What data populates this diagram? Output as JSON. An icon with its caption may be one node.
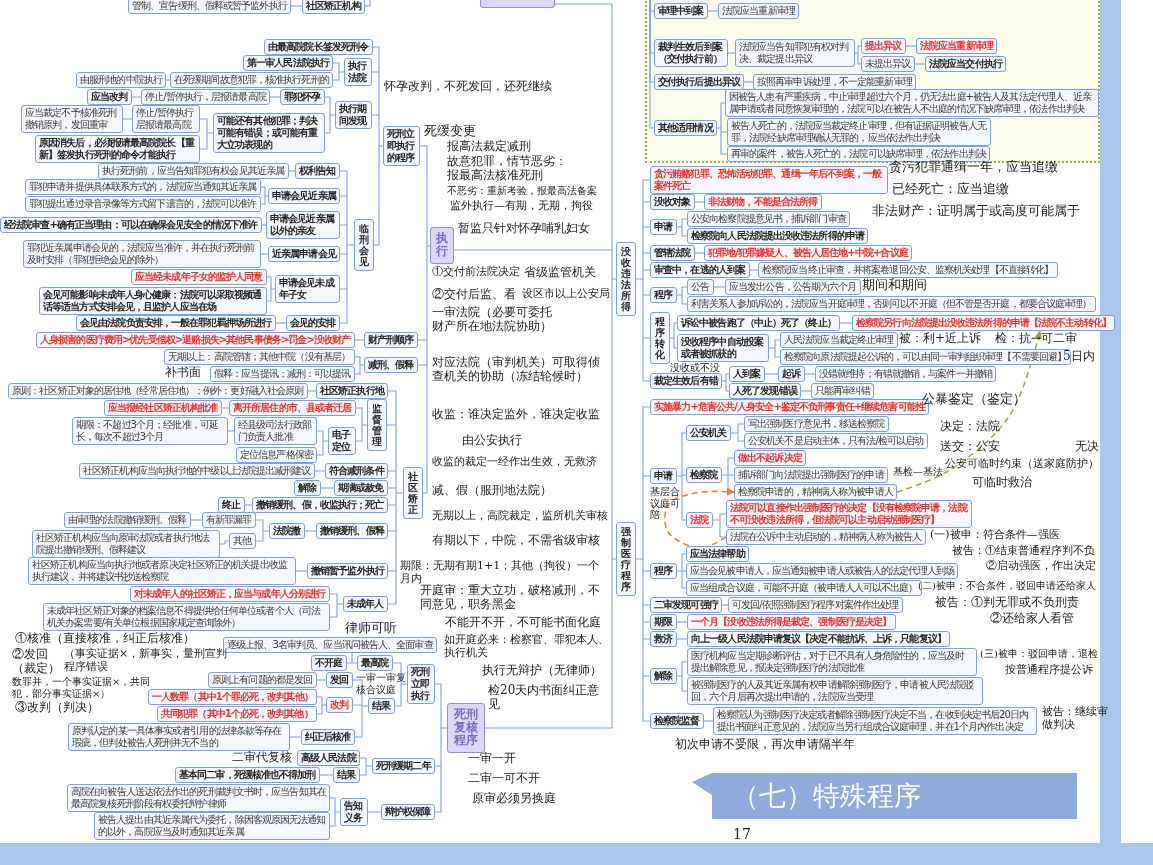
{
  "diagram": {
    "title": "（七）特殊程序",
    "nodes": [
      {
        "text": [],
        "shape": "box"
      },
      {
        "text": [
          "执行"
        ]
      },
      {
        "text": [
          "死刑立即执行的程序"
        ]
      },
      {
        "text": [
          "由最高院院长签发死刑令"
        ]
      },
      {
        "text": [
          "执行法院"
        ]
      },
      {
        "text": [
          "第一审人民法院执行"
        ]
      },
      {
        "text": [
          "在死缓期间故意犯罪，核准执行死刑的"
        ]
      },
      {
        "text": [
          "由服刑地的中院执行"
        ]
      },
      {
        "text": [
          "执行期间发现"
        ]
      },
      {
        "text": [
          "罪犯怀孕"
        ]
      },
      {
        "text": [
          "停止/暂停执行，层报请最高院"
        ]
      },
      {
        "text": [
          "应当改判"
        ]
      },
      {
        "text": [
          "可能还有其他犯罪；判决可能有错误；或可能有重大立功表现的"
        ]
      },
      {
        "text": [
          "停止/暂停执行层报请最高院"
        ]
      },
      {
        "text": [
          "应当裁定不予核准死刑撤销原判，发回重审"
        ]
      },
      {
        "text": [
          "原因消失后，必须报请最高院院长【重新】签发执行死刑的命令才能执行"
        ]
      },
      {
        "text": [
          "临刑会见"
        ]
      },
      {
        "text": [
          "权利告知"
        ]
      },
      {
        "text": [
          "执行死刑前，应当告知罪犯有权会见其近亲属"
        ]
      },
      {
        "text": [
          "申请会见近亲属"
        ]
      },
      {
        "text": [
          "罪犯申请并提供具体联系方式的，法院应当通知其近亲属"
        ]
      },
      {
        "text": [
          "罪犯提出通过录音录像等方式留下遗言的，法院可以准许"
        ]
      },
      {
        "text": [
          "申请会见近亲属以外的亲友"
        ]
      },
      {
        "text": [
          "经法院审查+确有正当理由：可以在确保会见安全的情况下准许"
        ]
      },
      {
        "text": [
          "近亲属申请会见"
        ]
      },
      {
        "text": [
          "罪犯近亲属申请会见的，法院应当准许，并在执行死刑前及时安排（罪犯拒绝会见的除外）"
        ]
      },
      {
        "text": [
          "申请会见未成年子女"
        ]
      },
      {
        "text": [
          "应当经未成年子女的监护人同意"
        ]
      },
      {
        "text": [
          "会见可能影响未成年人身心健康：法院可以采取视频通话等适当方式安排会见，且监护人应当在场"
        ]
      },
      {
        "text": [
          "会见的安排"
        ]
      },
      {
        "text": [
          "会见由法院负责安排，一般在罪犯羁押场所进行"
        ]
      },
      {
        "text": [
          "财产刑顺序"
        ]
      },
      {
        "text": [
          "人身损害的医疗费用>优先受偿权>退赔损失>其他民事债务>罚金>没收财产"
        ]
      },
      {
        "text": [
          "减刑、假释"
        ]
      },
      {
        "text": [
          "无期以上：高院管辖；其他中院（没有基层）"
        ]
      },
      {
        "text": [
          "假释：应当提讯；减刑：可以提讯"
        ]
      },
      {
        "text": [
          "社区矫正"
        ]
      },
      {
        "text": [
          "社区矫正执行地"
        ]
      },
      {
        "text": [
          "原则：社区矫正对象的居住地（经常居住地）；例外：更好融入社会原则"
        ]
      },
      {
        "text": [
          "监督管理"
        ]
      },
      {
        "text": [
          "离开所居住的市、县或者迁居"
        ]
      },
      {
        "text": [
          "应当报经社区矫正机构批准"
        ]
      },
      {
        "text": [
          "电子定位"
        ]
      },
      {
        "text": [
          "经县级司法行政部门负责人批准"
        ]
      },
      {
        "text": [
          "期限：不超过3个月；经批准，可延长，每次不超过3个月"
        ]
      },
      {
        "text": [
          "定位信息严格保密"
        ]
      },
      {
        "text": [
          "符合减刑条件"
        ]
      },
      {
        "text": [
          "社区矫正机构应当向执行地的中级以上法院提出减刑建议"
        ]
      },
      {
        "text": [
          "期满或赦免"
        ]
      },
      {
        "text": [
          "解除"
        ]
      },
      {
        "text": [
          "撤销缓刑、假，收监执行；死亡"
        ]
      },
      {
        "text": [
          "终止"
        ]
      },
      {
        "text": [
          "撤销缓刑、假释"
        ]
      },
      {
        "text": [
          "法院撤"
        ]
      },
      {
        "text": [
          "有新罪漏罪"
        ]
      },
      {
        "text": [
          "由审理的法院撤销缓刑、假释"
        ]
      },
      {
        "text": [
          "其他"
        ]
      },
      {
        "text": [
          "社区矫正机构应当向原审法院或者执行地法院提出撤销缓刑、假释建议"
        ]
      },
      {
        "text": [
          "撤销暂予监外执行"
        ]
      },
      {
        "text": [
          "社区矫正机构应当向执行地或者原决定社区矫正的机关提出收监执行建议，并将建议书抄送检察院"
        ]
      },
      {
        "text": [
          "未成年人"
        ]
      },
      {
        "text": [
          "对未成年人的社区矫正，应当与成年人分别进行"
        ]
      },
      {
        "text": [
          "未成年社区矫正对象的档案信息不得提供给任何单位或者个人（司法机关办案需要/有关单位根据国家规定查询除外）"
        ]
      },
      {
        "text": [
          "社区矫正机构"
        ]
      },
      {
        "text": [
          "管制、宣告缓刑、假释或暂予监外执行"
        ]
      },
      {
        "text": [
          "死刑复核程序"
        ]
      },
      {
        "text": [
          "死刑立即执行"
        ]
      },
      {
        "text": [
          "最高院"
        ]
      },
      {
        "text": [
          "逐级上报、3名审判员、应当讯问被告人、全面审查"
        ]
      },
      {
        "text": [
          "不开庭"
        ]
      },
      {
        "text": [
          "结果"
        ]
      },
      {
        "text": [
          "发回"
        ]
      },
      {
        "text": [
          "原则上有问题的都是发回"
        ]
      },
      {
        "text": [
          "改判"
        ]
      },
      {
        "text": [
          "一人数罪（其中1个罪必死，改判其他）"
        ]
      },
      {
        "text": [
          "共同犯罪（其中1个必死，改判其他）"
        ]
      },
      {
        "text": [
          "纠正后核准"
        ]
      },
      {
        "text": [
          "原判认定的某一具体事实或者引用的法律条款等存在瑕疵，但判处被告人死刑并无不当的"
        ]
      },
      {
        "text": [
          "死刑缓期二年"
        ]
      },
      {
        "text": [
          "高级人民法院"
        ]
      },
      {
        "text": [
          "结果"
        ]
      },
      {
        "text": [
          "基本同二审，死缓核准也不得加刑"
        ]
      },
      {
        "text": [
          "辩护权保障"
        ]
      },
      {
        "text": [
          "告知义务"
        ]
      },
      {
        "text": [
          "高院在向被告人送达依法作出的死刑裁判文书时，应当告知其在最高院复核死刑阶段有权委托辩护律师"
        ]
      },
      {
        "text": [
          "被告人提出由其近亲属代为委托，除因客观原因无法通知的以外，高院应当及时通知其近亲属"
        ]
      },
      {
        "text": [],
        "shape": "box"
      },
      {
        "text": [
          "审理中到案"
        ],
        "in": 86
      },
      {
        "text": [
          "法院应当重新审理"
        ],
        "in": 86
      },
      {
        "text": [
          "裁判生效后到案（交付执行前）"
        ],
        "in": 86
      },
      {
        "text": [
          "法院应当告知罪犯有权对判决、裁定提出异议"
        ],
        "in": 86
      },
      {
        "text": [
          "提出异议"
        ],
        "in": 86
      },
      {
        "text": [
          "法院应当重新审理"
        ],
        "in": 86
      },
      {
        "text": [
          "未提出异议"
        ],
        "in": 86
      },
      {
        "text": [
          "法院应当交付执行"
        ],
        "in": 86
      },
      {
        "text": [
          "交付执行后提出异议"
        ],
        "in": 86
      },
      {
        "text": [
          "按照再审申诉处理，不一定能重新审理"
        ],
        "in": 86
      },
      {
        "text": [
          "其他适用情况"
        ],
        "in": 86
      },
      {
        "text": [
          "因被告人患有严重疾病，中止审理超过六个月，仍无法出庭+被告人及其法定代理人、近亲属申请或者同意恢复审理的，法院可以在被告人不出庭的情况下缺席审理，依法作出判决"
        ],
        "in": 86
      },
      {
        "text": [
          "被告人死亡的，法院应当裁定终止审理，但有证据证明被告人无罪，法院经缺席审理确认无罪的，应当依法作出判决"
        ],
        "in": 86
      },
      {
        "text": [
          "再审的案件，被告人死亡的，法院可以缺席审理，依法作出判决"
        ],
        "in": 86
      },
      {
        "text": [
          "没收违法所得"
        ]
      },
      {
        "text": [
          "贪污贿赂犯罪、恐怖活动犯罪、通缉一年后不到案，一般案件死亡"
        ]
      },
      {
        "text": [
          "没收对象"
        ]
      },
      {
        "text": [
          "非法财物，不能是合法所得"
        ]
      },
      {
        "text": [
          "申请"
        ]
      },
      {
        "text": [
          "公安向检察院提意见书，捕诉部门审查"
        ]
      },
      {
        "text": [
          "检察院向人民法院提出没收违法所得的申请"
        ]
      },
      {
        "text": [
          "管辖法院"
        ]
      },
      {
        "text": [
          "犯罪地/犯罪嫌疑人、被告人居住地+中院+合议庭"
        ]
      },
      {
        "text": [
          "审查中，在逃的人到案"
        ]
      },
      {
        "text": [
          "检察院应当终止审查，并将案卷退回公安、监察机关处理【不直接转化】"
        ]
      },
      {
        "text": [
          "程序"
        ]
      },
      {
        "text": [
          "公告"
        ]
      },
      {
        "text": [
          "应当发出公告，公告期为六个月"
        ]
      },
      {
        "text": [
          "利害关系人参加诉讼的，法院应当开庭审理，否则可以不开庭（但不管是否开庭，都要合议庭审理）"
        ]
      },
      {
        "text": [
          "程序转化"
        ]
      },
      {
        "text": [
          "诉讼中被告跑了（中止）死了（终止）"
        ]
      },
      {
        "text": [
          "检察院另行向法院提出没收违法所得的申请【法院不主动转化】"
        ]
      },
      {
        "text": [
          "没收程序中自动投案或者被抓获的"
        ]
      },
      {
        "text": [
          "人民法院应当裁定终止审理"
        ]
      },
      {
        "text": [
          "检察院向原法院提起公诉的，可以由同一审判组织审理【不需要回避】"
        ]
      },
      {
        "text": [
          "裁定生效后有错"
        ]
      },
      {
        "text": [
          "人到案"
        ]
      },
      {
        "text": [
          "起诉"
        ]
      },
      {
        "text": [
          "没错就维持；有错就撤销，与案件一并撤销"
        ]
      },
      {
        "text": [
          "人死了发现错误"
        ]
      },
      {
        "text": [
          "只能再审纠错"
        ]
      },
      {
        "text": [
          "强制医疗程序"
        ]
      },
      {
        "text": [
          "实施暴力+危害公共/人身安全+鉴定不负刑事责任+继续危害可能性"
        ]
      },
      {
        "text": [
          "申请"
        ]
      },
      {
        "text": [
          "公安机关"
        ]
      },
      {
        "text": [
          "写出强制医疗意见书，移送检察院"
        ]
      },
      {
        "text": [
          "公安机关不是启动主体，只有法/检可以启动"
        ]
      },
      {
        "text": [
          "检察院"
        ]
      },
      {
        "text": [
          "做出不起诉决定"
        ]
      },
      {
        "text": [
          "捕诉部门向法院提出强制医疗的申请"
        ]
      },
      {
        "text": [
          "检察院申请的，精神病人称为被申请人"
        ]
      },
      {
        "text": [
          "法院"
        ]
      },
      {
        "text": [
          "法院可以直接作出强制医疗的决定【没有检察院申请，法院不可没收违法所得，但法院可以主动启动强制医疗】"
        ]
      },
      {
        "text": [
          "法院在公诉中主动启动的，精神病人称为被告人"
        ]
      },
      {
        "text": [
          "程序"
        ]
      },
      {
        "text": [
          "应当法律帮助"
        ]
      },
      {
        "text": [
          "应当会见被申请人，应当通知被申请人或被告人的法定代理人到场"
        ]
      },
      {
        "text": [
          "应当组成合议庭，可能不开庭（被申请人人可以不出庭）"
        ]
      },
      {
        "text": [
          "二审发现可强疗"
        ]
      },
      {
        "text": [
          "可发回/依照强制医疗程序对案件作出处理"
        ]
      },
      {
        "text": [
          "期限"
        ]
      },
      {
        "text": [
          "一个月【没收违法所得是裁定、强制医疗是决定】"
        ]
      },
      {
        "text": [
          "救济"
        ]
      },
      {
        "text": [
          "向上一级人民法院申请复议【决定不能抗诉、上诉，只能复议】"
        ]
      },
      {
        "text": [
          "解除"
        ]
      },
      {
        "text": [
          "医疗机构应当定期诊断评估，对于已不具有人身危险性的，应当及时提出解除意见，报决定强制医疗的法院批准"
        ]
      },
      {
        "text": [
          "被强制医疗的人及其近亲属有权申请解除强制医疗，申请被人民法院驳回，六个月后再次提出申请的，法院应当受理"
        ]
      },
      {
        "text": [
          "检察院监督"
        ]
      },
      {
        "text": [
          "检察院认为强制医疗决定或者解除强制医疗决定不当，在收到决定书后20日内提出书面纠正意见的，法院应当另行组成合议庭审理，并在1个月内作出决定"
        ]
      }
    ],
    "edges": [
      {
        "from": 0,
        "to": 1,
        "arrow": "none"
      },
      {
        "from": 0,
        "to": 65,
        "arrow": "none"
      },
      {
        "from": 0,
        "to": 101,
        "arrow": "none"
      },
      {
        "from": 0,
        "to": 128,
        "arrow": "none"
      },
      {
        "from": null,
        "to": 63,
        "arrow": "none"
      },
      {
        "from": 63,
        "to": 64,
        "arrow": "none"
      },
      {
        "from": 1,
        "to": 2,
        "arrow": "none"
      },
      {
        "from": 2,
        "to": 3,
        "arrow": "none"
      },
      {
        "from": 2,
        "to": 4,
        "arrow": "none"
      },
      {
        "from": 4,
        "to": 5,
        "arrow": "none"
      },
      {
        "from": 4,
        "to": 6,
        "arrow": "none"
      },
      {
        "from": 6,
        "to": 7,
        "arrow": "none"
      },
      {
        "from": 2,
        "to": 8,
        "arrow": "none"
      },
      {
        "from": 8,
        "to": 9,
        "arrow": "none"
      },
      {
        "from": 9,
        "to": 10,
        "arrow": "none"
      },
      {
        "from": 10,
        "to": 11,
        "arrow": "none"
      },
      {
        "from": 8,
        "to": 12,
        "arrow": "none"
      },
      {
        "from": 12,
        "to": 13,
        "arrow": "none"
      },
      {
        "from": 13,
        "to": 14,
        "arrow": "none"
      },
      {
        "from": 12,
        "to": 15,
        "arrow": "none"
      },
      {
        "from": 2,
        "to": 16,
        "arrow": "none"
      },
      {
        "from": 16,
        "to": 17,
        "arrow": "none"
      },
      {
        "from": 17,
        "to": 18,
        "arrow": "none"
      },
      {
        "from": 16,
        "to": 19,
        "arrow": "none"
      },
      {
        "from": 19,
        "to": 20,
        "arrow": "none"
      },
      {
        "from": 19,
        "to": 21,
        "arrow": "none"
      },
      {
        "from": 16,
        "to": 22,
        "arrow": "none"
      },
      {
        "from": 22,
        "to": 23,
        "arrow": "none"
      },
      {
        "from": 16,
        "to": 24,
        "arrow": "none"
      },
      {
        "from": 24,
        "to": 25,
        "arrow": "none"
      },
      {
        "from": 16,
        "to": 26,
        "arrow": "none"
      },
      {
        "from": 26,
        "to": 27,
        "arrow": "none"
      },
      {
        "from": 26,
        "to": 28,
        "arrow": "none"
      },
      {
        "from": 16,
        "to": 29,
        "arrow": "none"
      },
      {
        "from": 29,
        "to": 30,
        "arrow": "none"
      },
      {
        "from": 1,
        "to": 31,
        "arrow": "none"
      },
      {
        "from": 31,
        "to": 32,
        "arrow": "none"
      },
      {
        "from": 1,
        "to": 33,
        "arrow": "none"
      },
      {
        "from": 33,
        "to": 34,
        "arrow": "none"
      },
      {
        "from": 33,
        "to": 35,
        "arrow": "none"
      },
      {
        "from": 1,
        "to": 36,
        "arrow": "none"
      },
      {
        "from": 36,
        "to": 37,
        "arrow": "none"
      },
      {
        "from": 37,
        "to": 38,
        "arrow": "none"
      },
      {
        "from": 36,
        "to": 39,
        "arrow": "none"
      },
      {
        "from": 39,
        "to": 40,
        "arrow": "none"
      },
      {
        "from": 40,
        "to": 41,
        "arrow": "none"
      },
      {
        "from": 39,
        "to": 42,
        "arrow": "none"
      },
      {
        "from": 42,
        "to": 43,
        "arrow": "none"
      },
      {
        "from": 43,
        "to": 44,
        "arrow": "none"
      },
      {
        "from": 42,
        "to": 45,
        "arrow": "none"
      },
      {
        "from": 36,
        "to": 46,
        "arrow": "none"
      },
      {
        "from": 46,
        "to": 47,
        "arrow": "none"
      },
      {
        "from": 36,
        "to": 48,
        "arrow": "none"
      },
      {
        "from": 48,
        "to": 49,
        "arrow": "none"
      },
      {
        "from": 36,
        "to": 50,
        "arrow": "none"
      },
      {
        "from": 50,
        "to": 51,
        "arrow": "none"
      },
      {
        "from": 36,
        "to": 52,
        "arrow": "none"
      },
      {
        "from": 52,
        "to": 53,
        "arrow": "none"
      },
      {
        "from": 53,
        "to": 54,
        "arrow": "none"
      },
      {
        "from": 54,
        "to": 55,
        "arrow": "none"
      },
      {
        "from": 53,
        "to": 56,
        "arrow": "none"
      },
      {
        "from": 56,
        "to": 57,
        "arrow": "none"
      },
      {
        "from": 36,
        "to": 58,
        "arrow": "none"
      },
      {
        "from": 58,
        "to": 59,
        "arrow": "none"
      },
      {
        "from": 36,
        "to": 60,
        "arrow": "none"
      },
      {
        "from": 60,
        "to": 61,
        "arrow": "none"
      },
      {
        "from": 60,
        "to": 62,
        "arrow": "none"
      },
      {
        "from": 65,
        "to": 66,
        "arrow": "none"
      },
      {
        "from": 66,
        "to": 67,
        "arrow": "none"
      },
      {
        "from": 67,
        "to": 68,
        "arrow": "none"
      },
      {
        "from": 67,
        "to": 69,
        "arrow": "none"
      },
      {
        "from": 66,
        "to": 70,
        "arrow": "none"
      },
      {
        "from": 70,
        "to": 71,
        "arrow": "none"
      },
      {
        "from": 71,
        "to": 72,
        "arrow": "none"
      },
      {
        "from": 70,
        "to": 73,
        "arrow": "none"
      },
      {
        "from": 73,
        "to": 74,
        "arrow": "none"
      },
      {
        "from": 73,
        "to": 75,
        "arrow": "none"
      },
      {
        "from": 70,
        "to": 76,
        "arrow": "none"
      },
      {
        "from": 76,
        "to": 77,
        "arrow": "none"
      },
      {
        "from": 65,
        "to": 78,
        "arrow": "none"
      },
      {
        "from": 78,
        "to": 79,
        "arrow": "none"
      },
      {
        "from": 78,
        "to": 80,
        "arrow": "none"
      },
      {
        "from": 80,
        "to": 81,
        "arrow": "none"
      },
      {
        "from": 65,
        "to": 82,
        "arrow": "none"
      },
      {
        "from": 82,
        "to": 83,
        "arrow": "none"
      },
      {
        "from": 83,
        "to": 84,
        "arrow": "none"
      },
      {
        "from": 83,
        "to": 85,
        "arrow": "none"
      },
      {
        "from": null,
        "to": 87,
        "arrow": "none"
      },
      {
        "from": 87,
        "to": 88,
        "arrow": "none"
      },
      {
        "from": null,
        "to": 89,
        "arrow": "none"
      },
      {
        "from": 89,
        "to": 90,
        "arrow": "none"
      },
      {
        "from": 90,
        "to": 91,
        "arrow": "none"
      },
      {
        "from": 91,
        "to": 92,
        "arrow": "none"
      },
      {
        "from": 90,
        "to": 93,
        "arrow": "none"
      },
      {
        "from": 93,
        "to": 94,
        "arrow": "none"
      },
      {
        "from": null,
        "to": 95,
        "arrow": "none"
      },
      {
        "from": 95,
        "to": 96,
        "arrow": "none"
      },
      {
        "from": null,
        "to": 97,
        "arrow": "none"
      },
      {
        "from": 97,
        "to": 98,
        "arrow": "none"
      },
      {
        "from": 97,
        "to": 99,
        "arrow": "none"
      },
      {
        "from": 97,
        "to": 100,
        "arrow": "none"
      },
      {
        "from": 101,
        "to": 102,
        "arrow": "none"
      },
      {
        "from": 101,
        "to": 103,
        "arrow": "none"
      },
      {
        "from": 103,
        "to": 104,
        "arrow": "none"
      },
      {
        "from": 101,
        "to": 105,
        "arrow": "none"
      },
      {
        "from": 105,
        "to": 106,
        "arrow": "none"
      },
      {
        "from": 105,
        "to": 107,
        "arrow": "none"
      },
      {
        "from": 101,
        "to": 108,
        "arrow": "none"
      },
      {
        "from": 108,
        "to": 109,
        "arrow": "none"
      },
      {
        "from": 101,
        "to": 110,
        "arrow": "none"
      },
      {
        "from": 110,
        "to": 111,
        "arrow": "none"
      },
      {
        "from": 101,
        "to": 112,
        "arrow": "none"
      },
      {
        "from": 112,
        "to": 113,
        "arrow": "none"
      },
      {
        "from": 113,
        "to": 114,
        "arrow": "none"
      },
      {
        "from": 112,
        "to": 115,
        "arrow": "none"
      },
      {
        "from": 101,
        "to": 116,
        "arrow": "none"
      },
      {
        "from": 116,
        "to": 117,
        "arrow": "none"
      },
      {
        "from": 117,
        "to": 118,
        "arrow": "none"
      },
      {
        "from": 116,
        "to": 119,
        "arrow": "none"
      },
      {
        "from": 119,
        "to": 120,
        "arrow": "none"
      },
      {
        "from": 119,
        "to": 121,
        "arrow": "none"
      },
      {
        "from": 101,
        "to": 122,
        "arrow": "none"
      },
      {
        "from": 122,
        "to": 123,
        "arrow": "none"
      },
      {
        "from": 123,
        "to": 124,
        "arrow": "none"
      },
      {
        "from": 124,
        "to": 125,
        "arrow": "none"
      },
      {
        "from": 122,
        "to": 126,
        "arrow": "none"
      },
      {
        "from": 126,
        "to": 127,
        "arrow": "none"
      },
      {
        "from": 128,
        "to": 129,
        "arrow": "none"
      },
      {
        "from": 128,
        "to": 130,
        "arrow": "none"
      },
      {
        "from": 130,
        "to": 131,
        "arrow": "none"
      },
      {
        "from": 131,
        "to": 132,
        "arrow": "none"
      },
      {
        "from": 131,
        "to": 133,
        "arrow": "none"
      },
      {
        "from": 130,
        "to": 134,
        "arrow": "none"
      },
      {
        "from": 134,
        "to": 135,
        "arrow": "none"
      },
      {
        "from": 134,
        "to": 136,
        "arrow": "none"
      },
      {
        "from": 134,
        "to": 137,
        "arrow": "none"
      },
      {
        "from": 130,
        "to": 138,
        "arrow": "none"
      },
      {
        "from": 138,
        "to": 139,
        "arrow": "none"
      },
      {
        "from": 138,
        "to": 140,
        "arrow": "none"
      },
      {
        "from": 128,
        "to": 141,
        "arrow": "none"
      },
      {
        "from": 141,
        "to": 142,
        "arrow": "none"
      },
      {
        "from": 141,
        "to": 143,
        "arrow": "none"
      },
      {
        "from": 141,
        "to": 144,
        "arrow": "none"
      },
      {
        "from": 128,
        "to": 145,
        "arrow": "none"
      },
      {
        "from": 145,
        "to": 146,
        "arrow": "none"
      },
      {
        "from": 128,
        "to": 147,
        "arrow": "none"
      },
      {
        "from": 147,
        "to": 148,
        "arrow": "none"
      },
      {
        "from": 128,
        "to": 149,
        "arrow": "none"
      },
      {
        "from": 149,
        "to": 150,
        "arrow": "none"
      },
      {
        "from": 128,
        "to": 151,
        "arrow": "none"
      },
      {
        "from": 151,
        "to": 152,
        "arrow": "none"
      },
      {
        "from": 151,
        "to": 153,
        "arrow": "none"
      },
      {
        "from": 128,
        "to": 154,
        "arrow": "none"
      },
      {
        "from": 154,
        "to": 155,
        "arrow": "none"
      },
      {
        "from": 140,
        "to": 137,
        "arrow": "to",
        "style": "dashed",
        "color": "#f07a26"
      },
      {
        "from": 137,
        "to": 118,
        "arrow": "to",
        "style": "dashed",
        "color": "#a0aa3c"
      }
    ],
    "labels": [
      "怀孕改判，不死发回，还死继续",
      "死缓变更",
      "报高法裁定减刑",
      "故意犯罪，情节恶劣：报最高法核准死刑",
      "不恶劣：重新考验，报最高法备案",
      "监外执行—有期，无期，拘役",
      "暂监只针对怀孕哺乳妇女",
      "①交付前法院决定",
      "②交付后监、看",
      "省级监管机关",
      "设区市以上公安局",
      "一审法院（必要可委托财产所在地法院协助）",
      "对应法院（审判机关）可取得侦查机关的协助（冻结轮候时）",
      "收监：谁决定监外，谁决定收监",
      "由公安执行",
      "收监的裁定一经作出生效，无救济",
      "减、假（服刑地法院）",
      "无期以上，高院裁定，监所机关审核",
      "有期以下，中院，不需省级审核",
      "期限：无期有期1+1；其他（拘役）一个月内",
      "开庭审：重大立功，破格减刑，不同意见，职务黑金",
      "不能开不开，不可能书面化庭",
      "如开庭必来：检察官、罪犯本人、执行机关",
      "执行无辩护（无律师）",
      "检20天内书面纠正意见",
      "一审一开",
      "二审一可不开",
      "原审必须另换庭",
      "①核准（直接核准，纠正后核准）",
      "②发回（裁定）",
      "（事实证据×，新事实，量刑宣判程序错误",
      "数罪并，一个事实证据×，共同犯，部分事实证据×）",
      "③改判（判决）",
      "律师可听",
      "一审一审复核合议庭",
      "二审代复核",
      "补书面",
      "贪污犯罪通缉一年，应当追缴",
      "已经死亡：应当追缴",
      "非法财产：证明属于或高度可能属于",
      "期间和期间",
      "被：利+近上诉",
      "检：抗→可二审",
      "5日内",
      "没收或不没",
      "公暴鉴定（鉴定）",
      "决定：法院",
      "送交：公安",
      "无决",
      "公安可临时约束（送家庭防护）",
      "可临时救治",
      "基检—基法",
      "基层合议庭可陪",
      "(一)被申：符合条件—强医",
      "被告：①结束普通程序判不负",
      "②启动强医，作出决定",
      "(二)被申：不合条件，驳回申请还给家人",
      "被告：①判无罪或不负刑责",
      "②还给家人看管",
      "(三)被申：驳回申请，退检",
      "按普通程序提公诉",
      "被告：继续审做判决",
      "初次申请不受限，再次申请隔半年",
      "17"
    ]
  }
}
